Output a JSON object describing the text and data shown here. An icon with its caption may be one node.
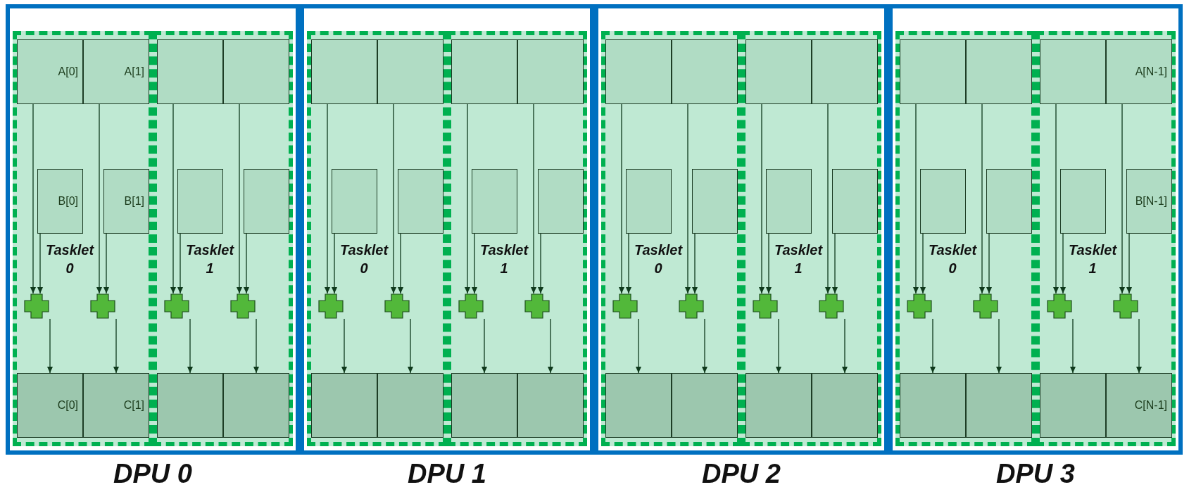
{
  "diagram": {
    "nodes": [
      {
        "text": [
          "DPU 0"
        ]
      },
      {
        "text": [
          "Tasklet 0"
        ],
        "in": 0
      },
      {
        "text": [
          "A[0]"
        ],
        "in": 1
      },
      {
        "text": [
          "A[1]"
        ],
        "in": 1
      },
      {
        "text": [
          "B[0]"
        ],
        "in": 1
      },
      {
        "text": [
          "B[1]"
        ],
        "in": 1
      },
      {
        "text": [],
        "shape": "plus",
        "in": 1
      },
      {
        "text": [],
        "shape": "plus",
        "in": 1
      },
      {
        "text": [
          "C[0]"
        ],
        "in": 1
      },
      {
        "text": [
          "C[1]"
        ],
        "in": 1
      },
      {
        "text": [
          "Tasklet 1"
        ],
        "in": 0
      },
      {
        "text": [],
        "shape": "box",
        "in": 10
      },
      {
        "text": [],
        "shape": "box",
        "in": 10
      },
      {
        "text": [],
        "shape": "box",
        "in": 10
      },
      {
        "text": [],
        "shape": "box",
        "in": 10
      },
      {
        "text": [],
        "shape": "plus",
        "in": 10
      },
      {
        "text": [],
        "shape": "plus",
        "in": 10
      },
      {
        "text": [],
        "shape": "box",
        "in": 10
      },
      {
        "text": [],
        "shape": "box",
        "in": 10
      },
      {
        "text": [
          "DPU 1"
        ]
      },
      {
        "text": [
          "Tasklet 0"
        ],
        "in": 19
      },
      {
        "text": [],
        "shape": "box",
        "in": 20
      },
      {
        "text": [],
        "shape": "box",
        "in": 20
      },
      {
        "text": [],
        "shape": "box",
        "in": 20
      },
      {
        "text": [],
        "shape": "box",
        "in": 20
      },
      {
        "text": [],
        "shape": "plus",
        "in": 20
      },
      {
        "text": [],
        "shape": "plus",
        "in": 20
      },
      {
        "text": [],
        "shape": "box",
        "in": 20
      },
      {
        "text": [],
        "shape": "box",
        "in": 20
      },
      {
        "text": [
          "Tasklet 1"
        ],
        "in": 19
      },
      {
        "text": [],
        "shape": "box",
        "in": 29
      },
      {
        "text": [],
        "shape": "box",
        "in": 29
      },
      {
        "text": [],
        "shape": "box",
        "in": 29
      },
      {
        "text": [],
        "shape": "box",
        "in": 29
      },
      {
        "text": [],
        "shape": "plus",
        "in": 29
      },
      {
        "text": [],
        "shape": "plus",
        "in": 29
      },
      {
        "text": [],
        "shape": "box",
        "in": 29
      },
      {
        "text": [],
        "shape": "box",
        "in": 29
      },
      {
        "text": [
          "DPU 2"
        ]
      },
      {
        "text": [
          "Tasklet 0"
        ],
        "in": 38
      },
      {
        "text": [],
        "shape": "box",
        "in": 39
      },
      {
        "text": [],
        "shape": "box",
        "in": 39
      },
      {
        "text": [],
        "shape": "box",
        "in": 39
      },
      {
        "text": [],
        "shape": "box",
        "in": 39
      },
      {
        "text": [],
        "shape": "plus",
        "in": 39
      },
      {
        "text": [],
        "shape": "plus",
        "in": 39
      },
      {
        "text": [],
        "shape": "box",
        "in": 39
      },
      {
        "text": [],
        "shape": "box",
        "in": 39
      },
      {
        "text": [
          "Tasklet 1"
        ],
        "in": 38
      },
      {
        "text": [],
        "shape": "box",
        "in": 48
      },
      {
        "text": [],
        "shape": "box",
        "in": 48
      },
      {
        "text": [],
        "shape": "box",
        "in": 48
      },
      {
        "text": [],
        "shape": "box",
        "in": 48
      },
      {
        "text": [],
        "shape": "plus",
        "in": 48
      },
      {
        "text": [],
        "shape": "plus",
        "in": 48
      },
      {
        "text": [],
        "shape": "box",
        "in": 48
      },
      {
        "text": [],
        "shape": "box",
        "in": 48
      },
      {
        "text": [
          "DPU 3"
        ]
      },
      {
        "text": [
          "Tasklet 0"
        ],
        "in": 57
      },
      {
        "text": [],
        "shape": "box",
        "in": 58
      },
      {
        "text": [],
        "shape": "box",
        "in": 58
      },
      {
        "text": [],
        "shape": "box",
        "in": 58
      },
      {
        "text": [],
        "shape": "box",
        "in": 58
      },
      {
        "text": [],
        "shape": "plus",
        "in": 58
      },
      {
        "text": [],
        "shape": "plus",
        "in": 58
      },
      {
        "text": [],
        "shape": "box",
        "in": 58
      },
      {
        "text": [],
        "shape": "box",
        "in": 58
      },
      {
        "text": [
          "Tasklet 1"
        ],
        "in": 57
      },
      {
        "text": [],
        "shape": "box",
        "in": 67
      },
      {
        "text": [
          "A[N-1]"
        ],
        "in": 67
      },
      {
        "text": [],
        "shape": "box",
        "in": 67
      },
      {
        "text": [
          "B[N-1]"
        ],
        "in": 67
      },
      {
        "text": [],
        "shape": "plus",
        "in": 67
      },
      {
        "text": [],
        "shape": "plus",
        "in": 67
      },
      {
        "text": [],
        "shape": "box",
        "in": 67
      },
      {
        "text": [
          "C[N-1]"
        ],
        "in": 67
      }
    ],
    "edges": [
      {
        "from": 2,
        "to": 6,
        "arrow": "to"
      },
      {
        "from": 4,
        "to": 6,
        "arrow": "to"
      },
      {
        "from": 6,
        "to": 8,
        "arrow": "to"
      },
      {
        "from": 3,
        "to": 7,
        "arrow": "to"
      },
      {
        "from": 5,
        "to": 7,
        "arrow": "to"
      },
      {
        "from": 7,
        "to": 9,
        "arrow": "to"
      },
      {
        "from": 11,
        "to": 15,
        "arrow": "to"
      },
      {
        "from": 13,
        "to": 15,
        "arrow": "to"
      },
      {
        "from": 15,
        "to": 17,
        "arrow": "to"
      },
      {
        "from": 12,
        "to": 16,
        "arrow": "to"
      },
      {
        "from": 14,
        "to": 16,
        "arrow": "to"
      },
      {
        "from": 16,
        "to": 18,
        "arrow": "to"
      },
      {
        "from": 21,
        "to": 25,
        "arrow": "to"
      },
      {
        "from": 23,
        "to": 25,
        "arrow": "to"
      },
      {
        "from": 25,
        "to": 27,
        "arrow": "to"
      },
      {
        "from": 22,
        "to": 26,
        "arrow": "to"
      },
      {
        "from": 24,
        "to": 26,
        "arrow": "to"
      },
      {
        "from": 26,
        "to": 28,
        "arrow": "to"
      },
      {
        "from": 30,
        "to": 34,
        "arrow": "to"
      },
      {
        "from": 32,
        "to": 34,
        "arrow": "to"
      },
      {
        "from": 34,
        "to": 36,
        "arrow": "to"
      },
      {
        "from": 31,
        "to": 35,
        "arrow": "to"
      },
      {
        "from": 33,
        "to": 35,
        "arrow": "to"
      },
      {
        "from": 35,
        "to": 37,
        "arrow": "to"
      },
      {
        "from": 40,
        "to": 44,
        "arrow": "to"
      },
      {
        "from": 42,
        "to": 44,
        "arrow": "to"
      },
      {
        "from": 44,
        "to": 46,
        "arrow": "to"
      },
      {
        "from": 41,
        "to": 45,
        "arrow": "to"
      },
      {
        "from": 43,
        "to": 45,
        "arrow": "to"
      },
      {
        "from": 45,
        "to": 47,
        "arrow": "to"
      },
      {
        "from": 49,
        "to": 53,
        "arrow": "to"
      },
      {
        "from": 51,
        "to": 53,
        "arrow": "to"
      },
      {
        "from": 53,
        "to": 55,
        "arrow": "to"
      },
      {
        "from": 50,
        "to": 54,
        "arrow": "to"
      },
      {
        "from": 52,
        "to": 54,
        "arrow": "to"
      },
      {
        "from": 54,
        "to": 56,
        "arrow": "to"
      },
      {
        "from": 59,
        "to": 63,
        "arrow": "to"
      },
      {
        "from": 61,
        "to": 63,
        "arrow": "to"
      },
      {
        "from": 63,
        "to": 65,
        "arrow": "to"
      },
      {
        "from": 60,
        "to": 64,
        "arrow": "to"
      },
      {
        "from": 62,
        "to": 64,
        "arrow": "to"
      },
      {
        "from": 64,
        "to": 66,
        "arrow": "to"
      },
      {
        "from": 68,
        "to": 72,
        "arrow": "to"
      },
      {
        "from": 70,
        "to": 72,
        "arrow": "to"
      },
      {
        "from": 72,
        "to": 74,
        "arrow": "to"
      },
      {
        "from": 69,
        "to": 73,
        "arrow": "to"
      },
      {
        "from": 71,
        "to": 73,
        "arrow": "to"
      },
      {
        "from": 73,
        "to": 75,
        "arrow": "to"
      }
    ]
  }
}
